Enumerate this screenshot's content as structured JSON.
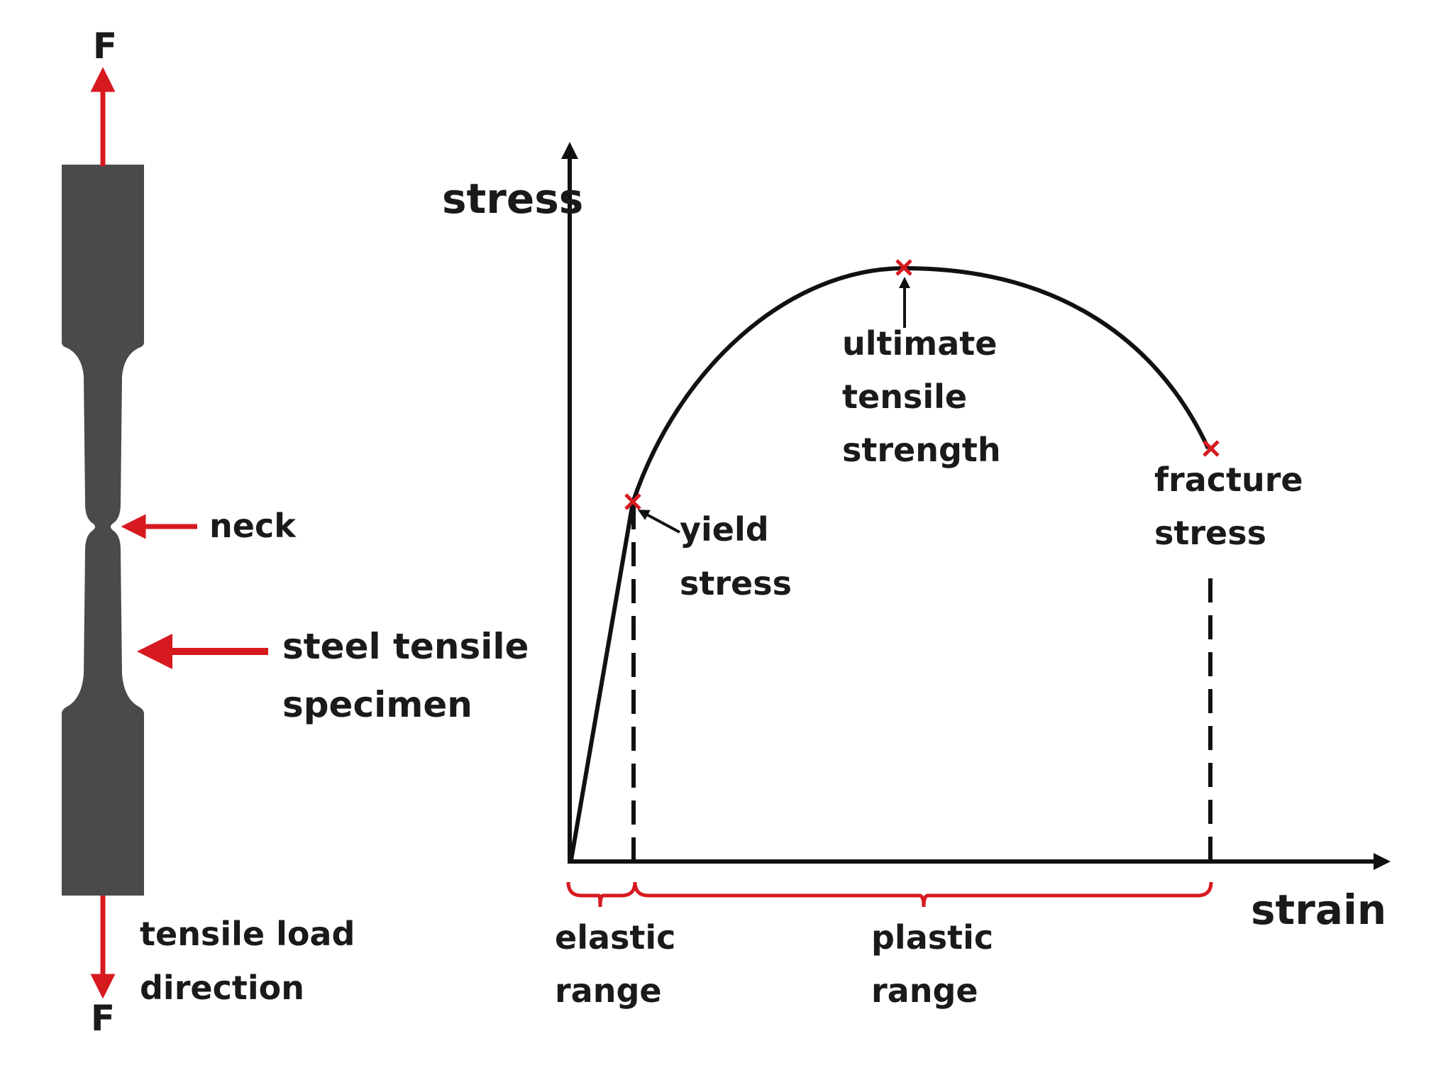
{
  "specimen": {
    "force_top": "F",
    "force_bottom": "F",
    "neck_label": "neck",
    "specimen_label_line1": "steel tensile",
    "specimen_label_line2": "specimen",
    "load_label_line1": "tensile load",
    "load_label_line2": "direction"
  },
  "graph": {
    "y_axis_label": "stress",
    "x_axis_label": "strain",
    "uts_line1": "ultimate",
    "uts_line2": "tensile",
    "uts_line3": "strength",
    "yield_line1": "yield",
    "yield_line2": "stress",
    "fracture_line1": "fracture",
    "fracture_line2": "stress",
    "elastic_line1": "elastic",
    "elastic_line2": "range",
    "plastic_line1": "plastic",
    "plastic_line2": "range"
  },
  "colors": {
    "specimen": "#4a4a4a",
    "accent": "#d71920",
    "ink": "#111111"
  }
}
